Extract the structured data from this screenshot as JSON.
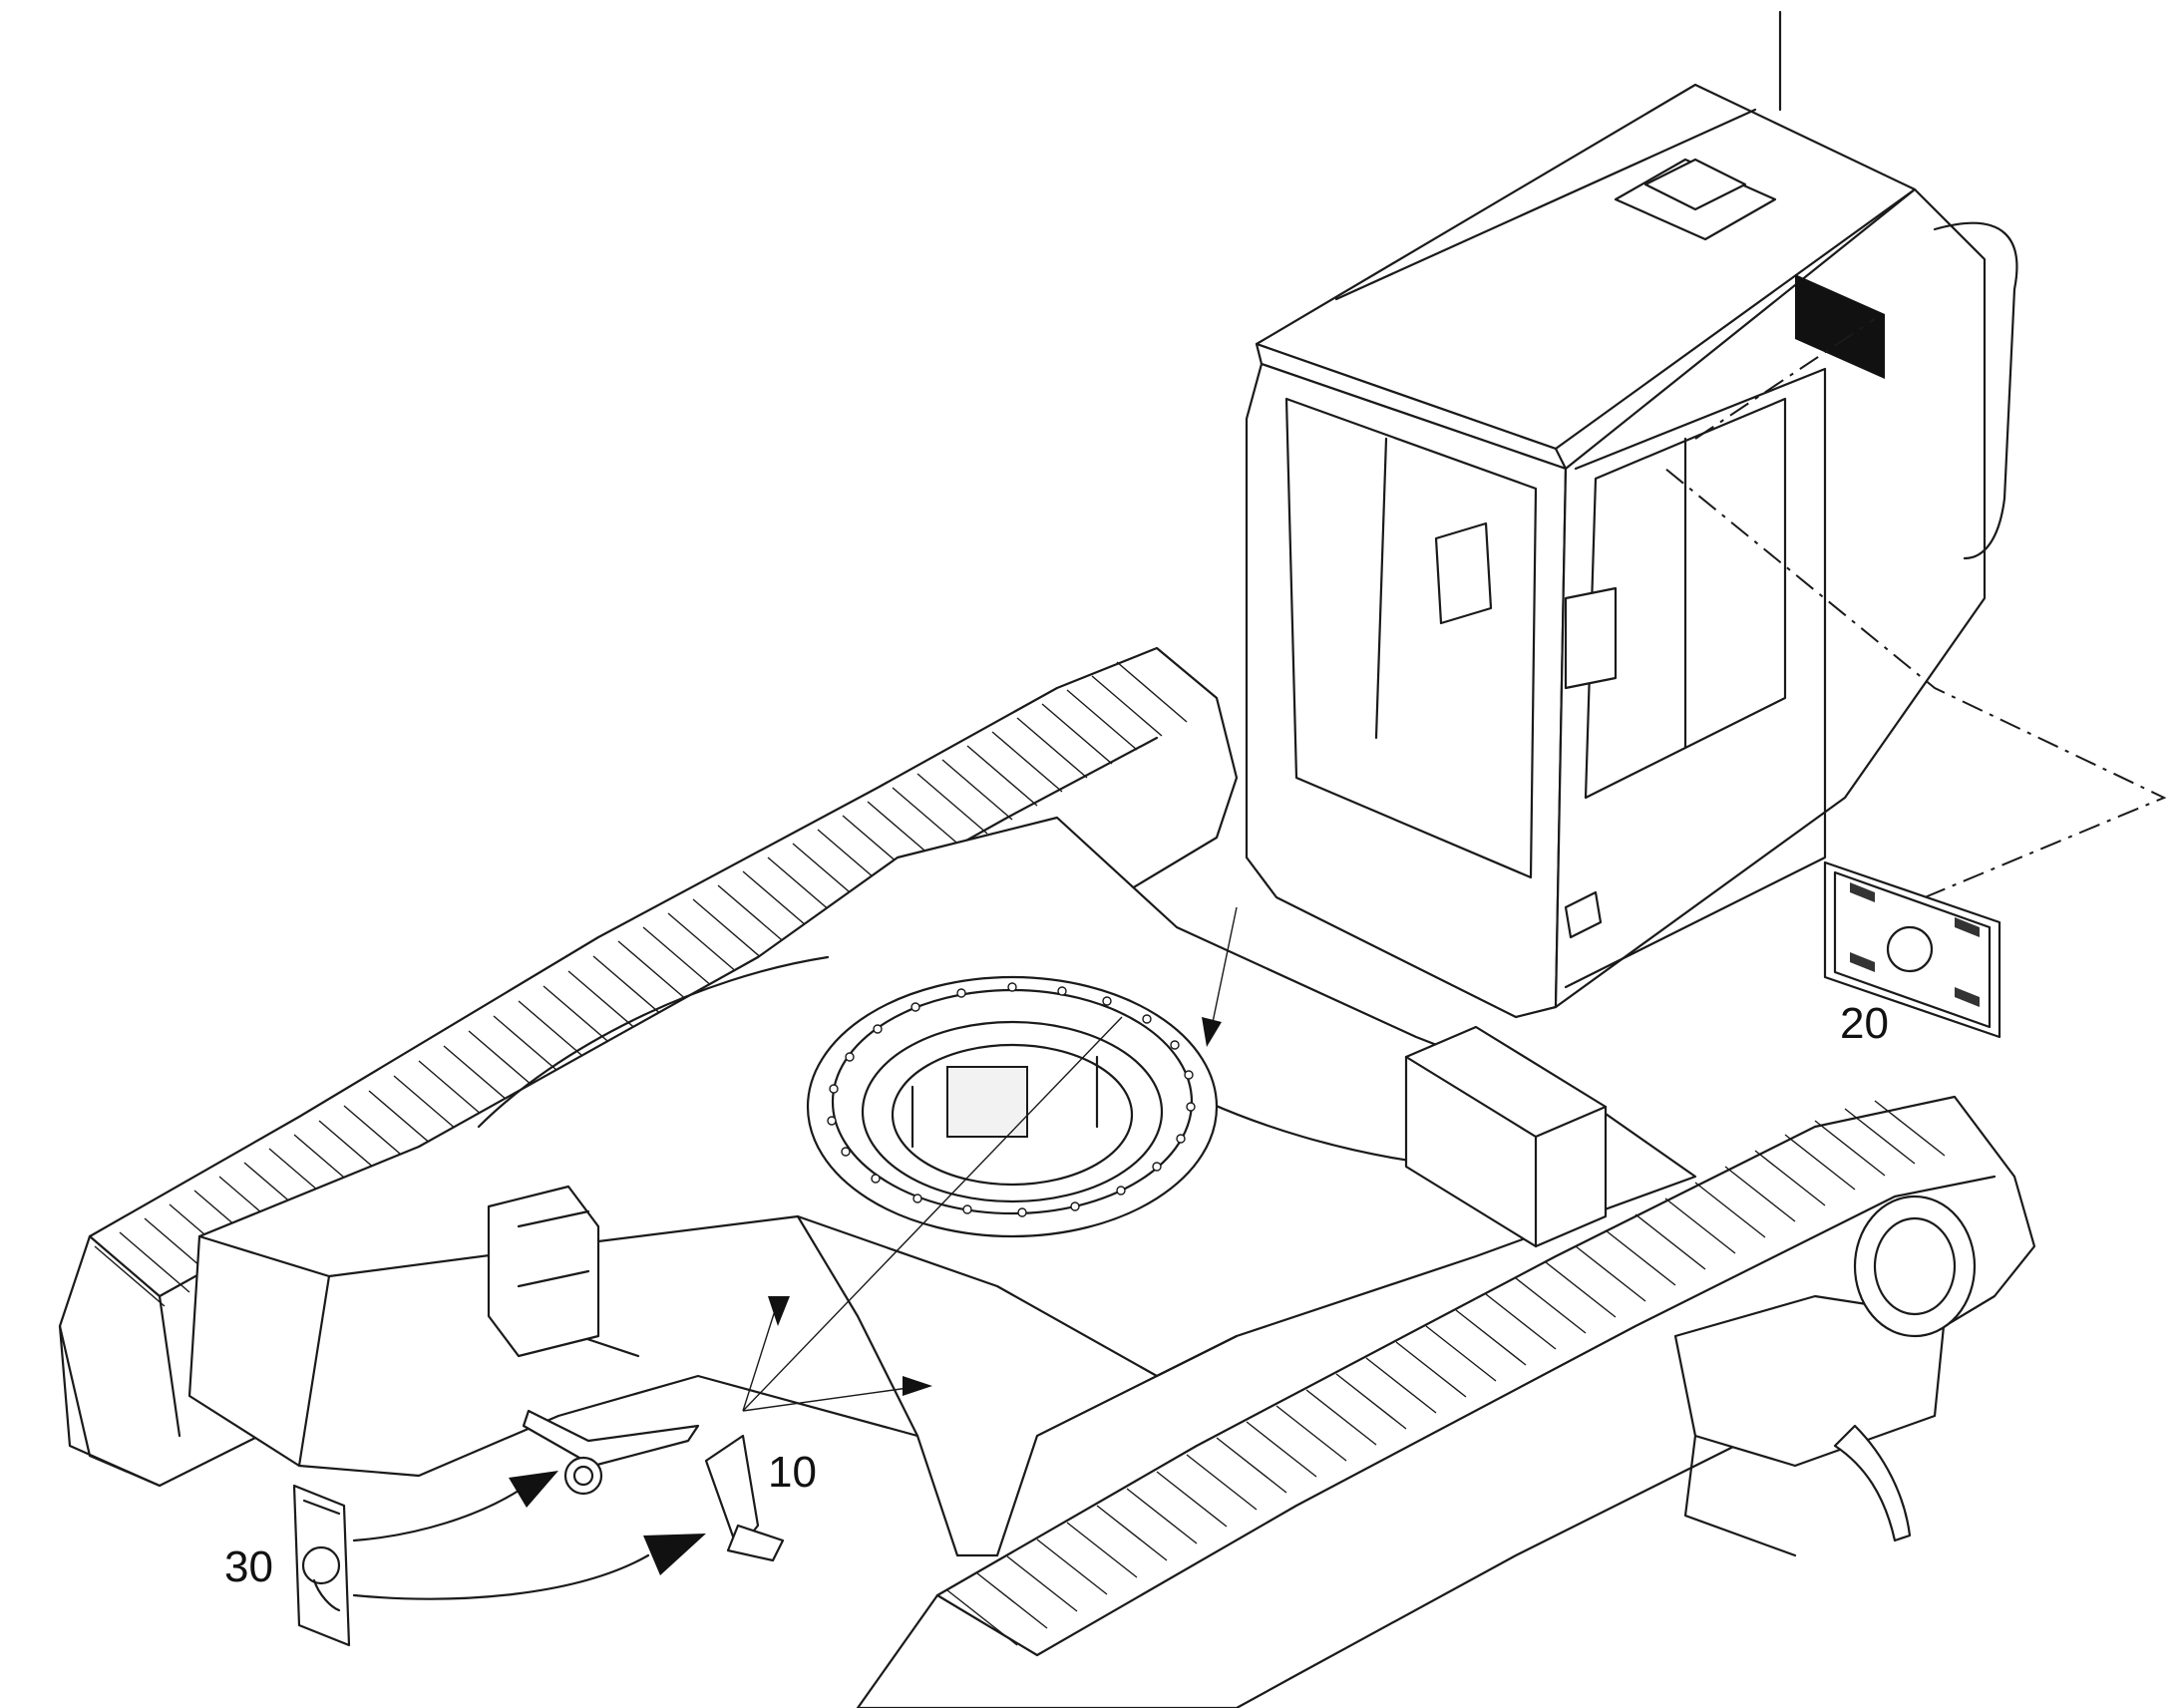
{
  "callouts": {
    "label_10": "10",
    "label_20": "20",
    "label_30": "30"
  },
  "colors": {
    "line": "#1a1a1a",
    "background": "#ffffff",
    "decal_black": "#111111"
  }
}
